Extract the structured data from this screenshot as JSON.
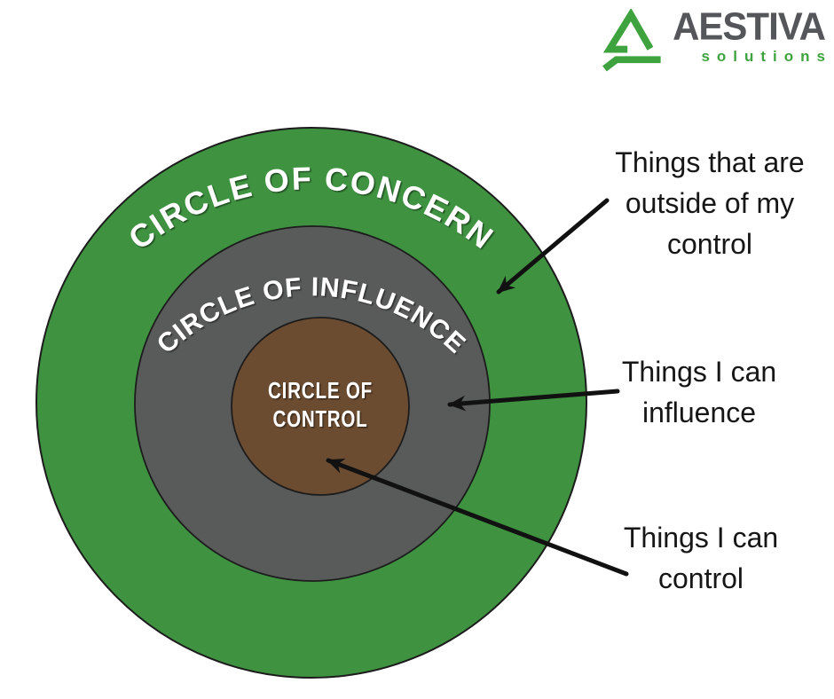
{
  "logo": {
    "brand": "AESTIVA",
    "tagline": "solutions",
    "mark_icon": "triangle-s-logo",
    "colors": {
      "green": "#3EA23E",
      "dark_gray": "#55565A"
    }
  },
  "diagram": {
    "rings": [
      {
        "label": "CIRCLE OF CONCERN",
        "color": "#3E9240"
      },
      {
        "label": "CIRCLE OF INFLUENCE",
        "color": "#595A5A"
      },
      {
        "label_line1": "CIRCLE OF",
        "label_line2": "CONTROL",
        "color": "#6B4C31"
      }
    ],
    "annotations": [
      {
        "lines": [
          "Things that are",
          "outside of my",
          "control"
        ]
      },
      {
        "lines": [
          "Things I can",
          "influence"
        ]
      },
      {
        "lines": [
          "Things I can",
          "control"
        ]
      }
    ],
    "outline_color": "#1c1c1c",
    "arrow_color": "#111111"
  }
}
